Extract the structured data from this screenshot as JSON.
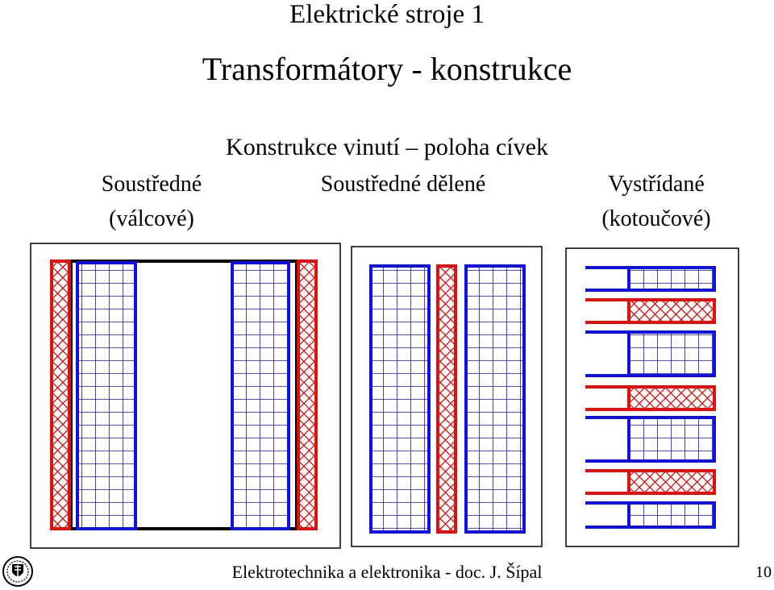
{
  "header": {
    "course": "Elektrické stroje 1",
    "title": "Transformátory - konstrukce"
  },
  "section": {
    "subtitle": "Konstrukce vinutí – poloha cívek"
  },
  "captions": {
    "concentric_line1": "Soustředné",
    "concentric_line2": "(válcové)",
    "concentric_split": "Soustředné dělené",
    "alternating_line1": "Vystřídané",
    "alternating_line2": "(kotoučové)"
  },
  "footer": {
    "text": "Elektrotechnika a elektronika - doc. J. Šípal",
    "page": "10"
  },
  "colors": {
    "low_voltage_winding": "#1010e0",
    "high_voltage_winding": "#e01010",
    "core": "#000000"
  },
  "icons": {
    "logo": "university-crest-icon"
  }
}
